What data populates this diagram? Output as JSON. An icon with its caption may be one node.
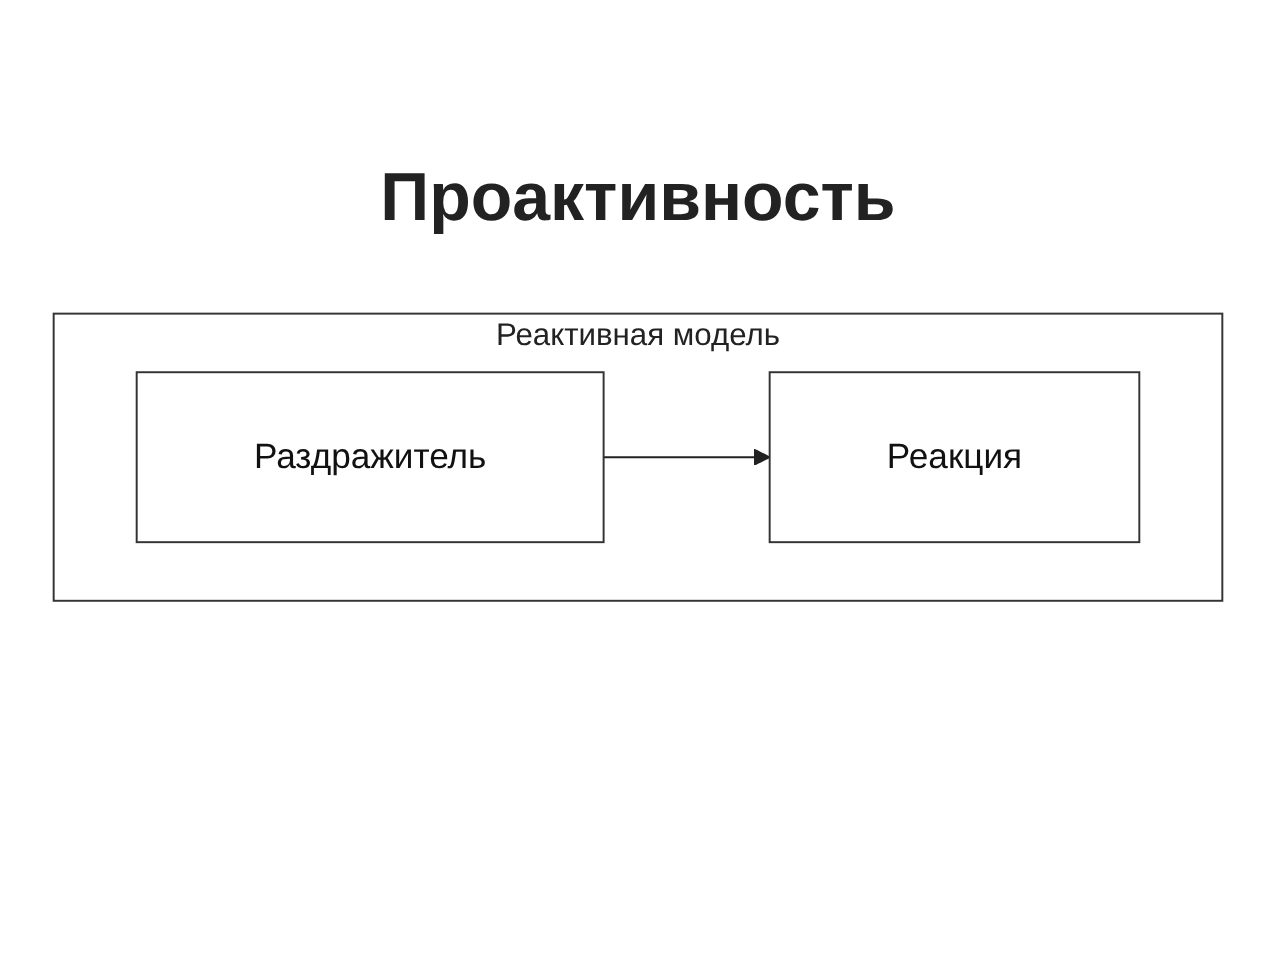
{
  "diagram": {
    "title": "Проактивность",
    "nodes": [
      {
        "text": [
          "Реактивная модель"
        ]
      },
      {
        "text": [
          "Раздражитель"
        ],
        "in": 0
      },
      {
        "text": [
          "Реакция"
        ],
        "in": 0
      }
    ],
    "edges": [
      {
        "from": 1,
        "to": 2,
        "arrow": "to"
      }
    ]
  }
}
